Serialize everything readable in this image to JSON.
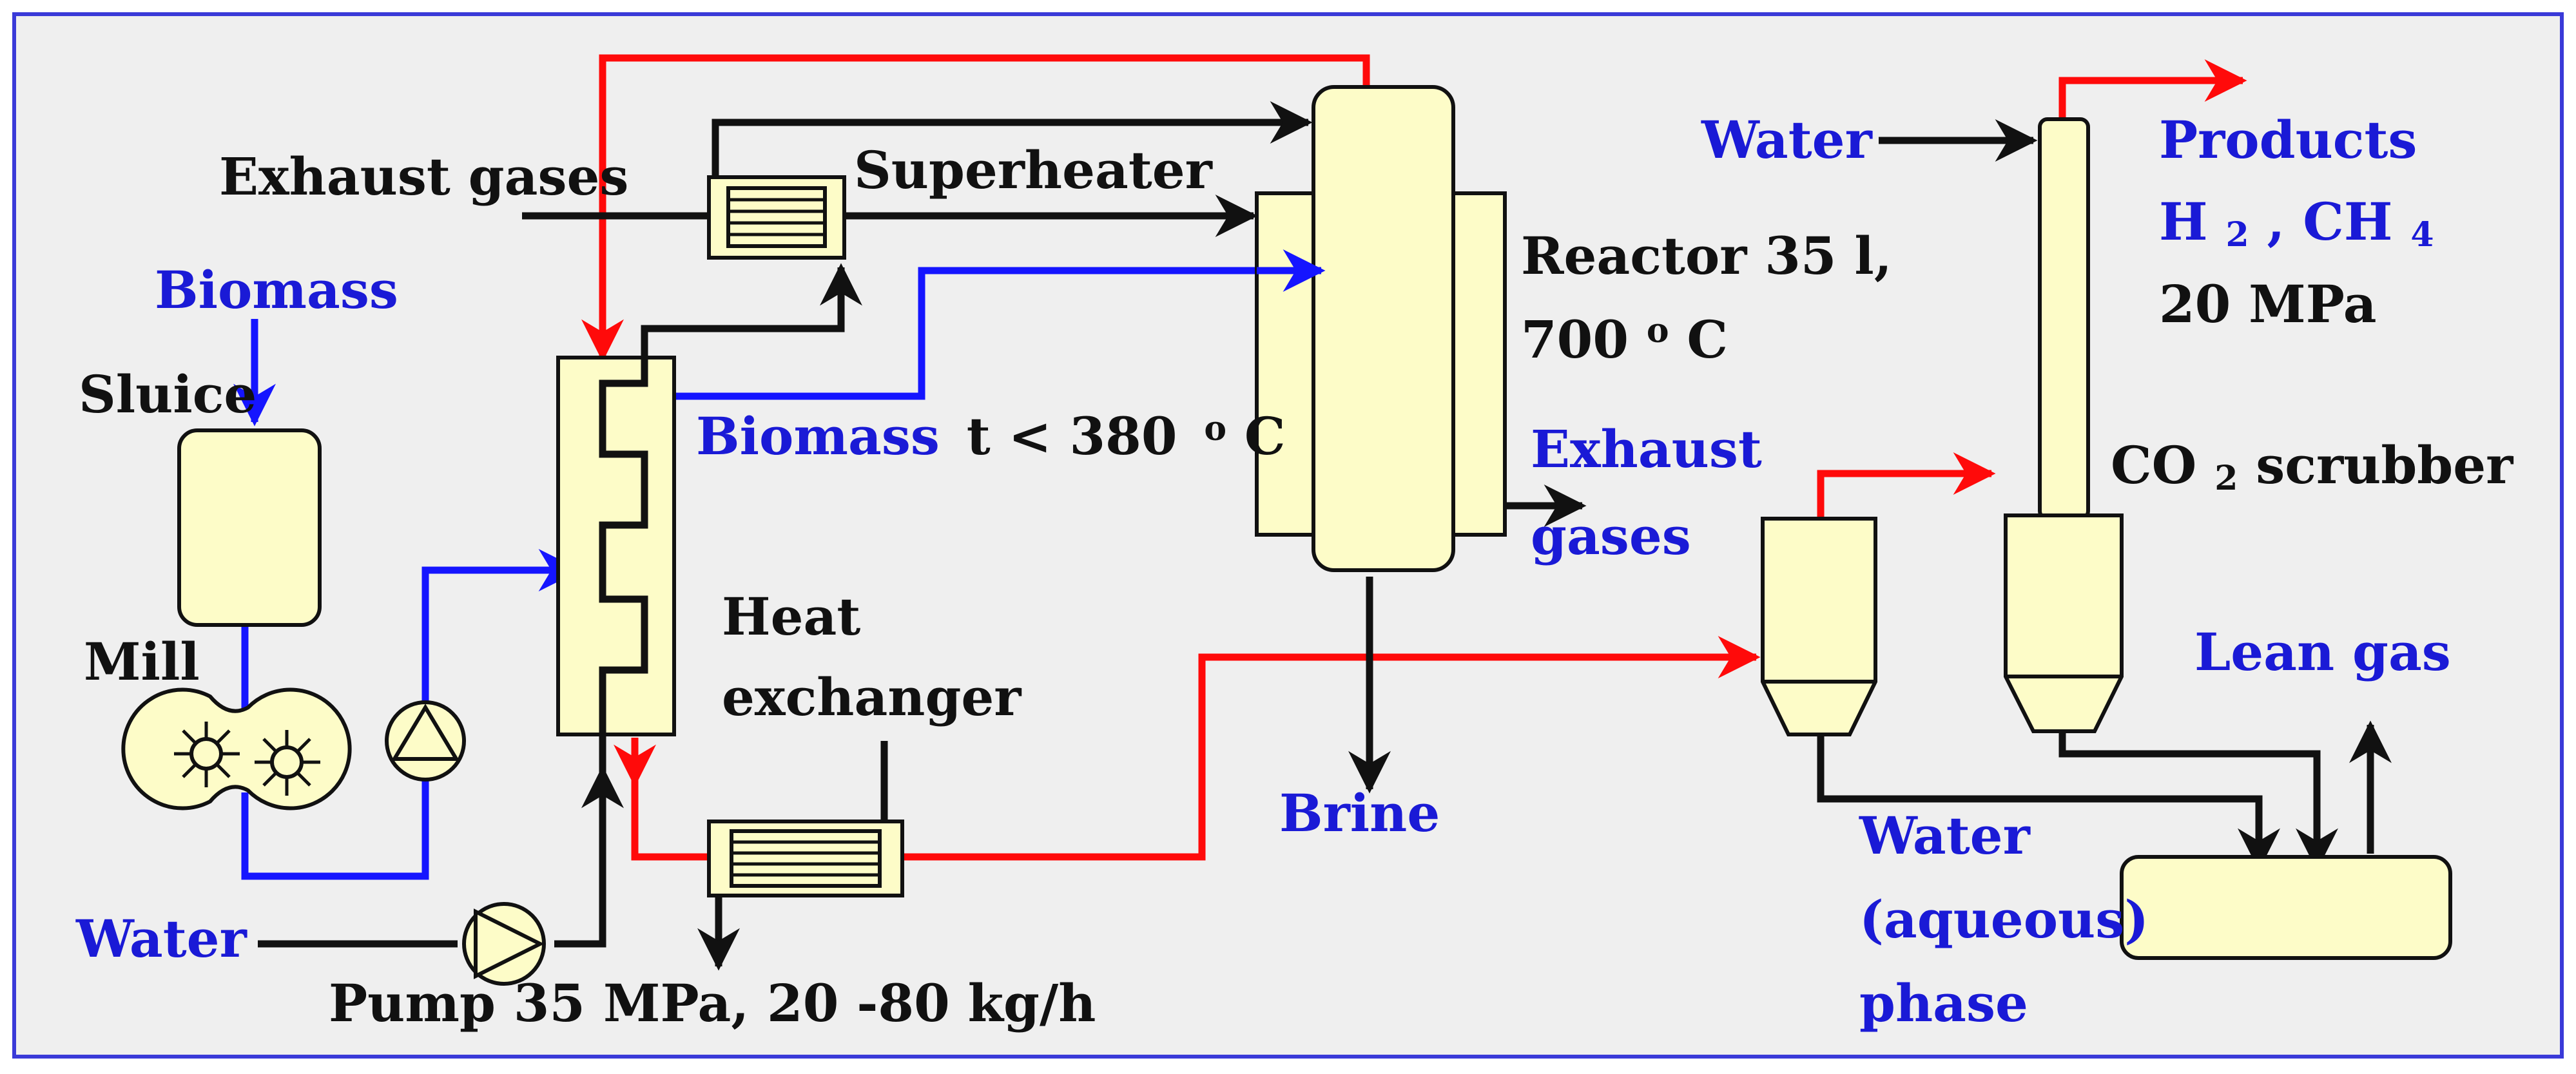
{
  "diagram": {
    "colors": {
      "frame_border": "#3a3ad8",
      "background": "#efefef",
      "vessel_fill": "#fdfcc8",
      "hot_stream": "#ff0a0a",
      "biomass_stream": "#1515ff",
      "process_stream": "#111111",
      "blue_text": "#1a1ad6",
      "black_text": "#111111"
    },
    "labels": {
      "exhaust_gases_in": "Exhaust gases",
      "superheater": "Superheater",
      "biomass": "Biomass",
      "sluice": "Sluice",
      "mill": "Mill",
      "water_left": "Water",
      "pump": "Pump 35 MPa, 20 -80 kg/h",
      "biomass_temp_name": "Biomass",
      "biomass_temp_rest": "t < 380",
      "biomass_temp_sup": "o",
      "biomass_temp_unit": "C",
      "heat_exchanger_1": "Heat",
      "heat_exchanger_2": "exchanger",
      "reactor_1": "Reactor 35 l,",
      "reactor_2_num": "700",
      "reactor_2_sup": "o",
      "reactor_2_unit": "C",
      "exhaust_out_1": "Exhaust",
      "exhaust_out_2": "gases",
      "brine": "Brine",
      "water_top": "Water",
      "products": "Products",
      "h2": "H",
      "h2_sub": "2",
      "ch4": ", CH",
      "ch4_sub": "4",
      "pressure": "20 MPa",
      "co2": "CO",
      "co2_sub": "2",
      "scrubber": " scrubber",
      "lean_gas": "Lean gas",
      "aqueous_1": "Water",
      "aqueous_2": "(aqueous)",
      "aqueous_3": "phase"
    }
  }
}
